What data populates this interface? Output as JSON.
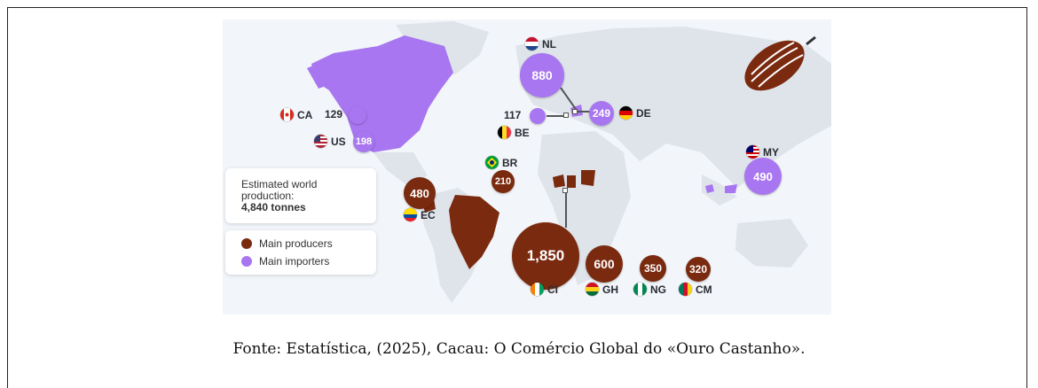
{
  "info": {
    "line1": "Estimated world",
    "line2": "production:",
    "line3": "4,840 tonnes"
  },
  "legend": {
    "producers": "Main producers",
    "importers": "Main importers",
    "producer_color": "#7a2a0f",
    "importer_color": "#a876f0"
  },
  "importers": [
    {
      "code": "NL",
      "value": "880"
    },
    {
      "code": "DE",
      "value": "249"
    },
    {
      "code": "BE",
      "value": "117"
    },
    {
      "code": "CA",
      "value": "129"
    },
    {
      "code": "US",
      "value": "198"
    },
    {
      "code": "MY",
      "value": "490"
    }
  ],
  "producers": [
    {
      "code": "CI",
      "value": "1,850"
    },
    {
      "code": "GH",
      "value": "600"
    },
    {
      "code": "NG",
      "value": "350"
    },
    {
      "code": "CM",
      "value": "320"
    },
    {
      "code": "EC",
      "value": "480"
    },
    {
      "code": "BR",
      "value": "210"
    }
  ],
  "icons": [
    "cocoa-pod-icon"
  ],
  "caption": "Fonte: Estatística, (2025), Cacau: O Comércio Global do «Ouro Castanho»."
}
